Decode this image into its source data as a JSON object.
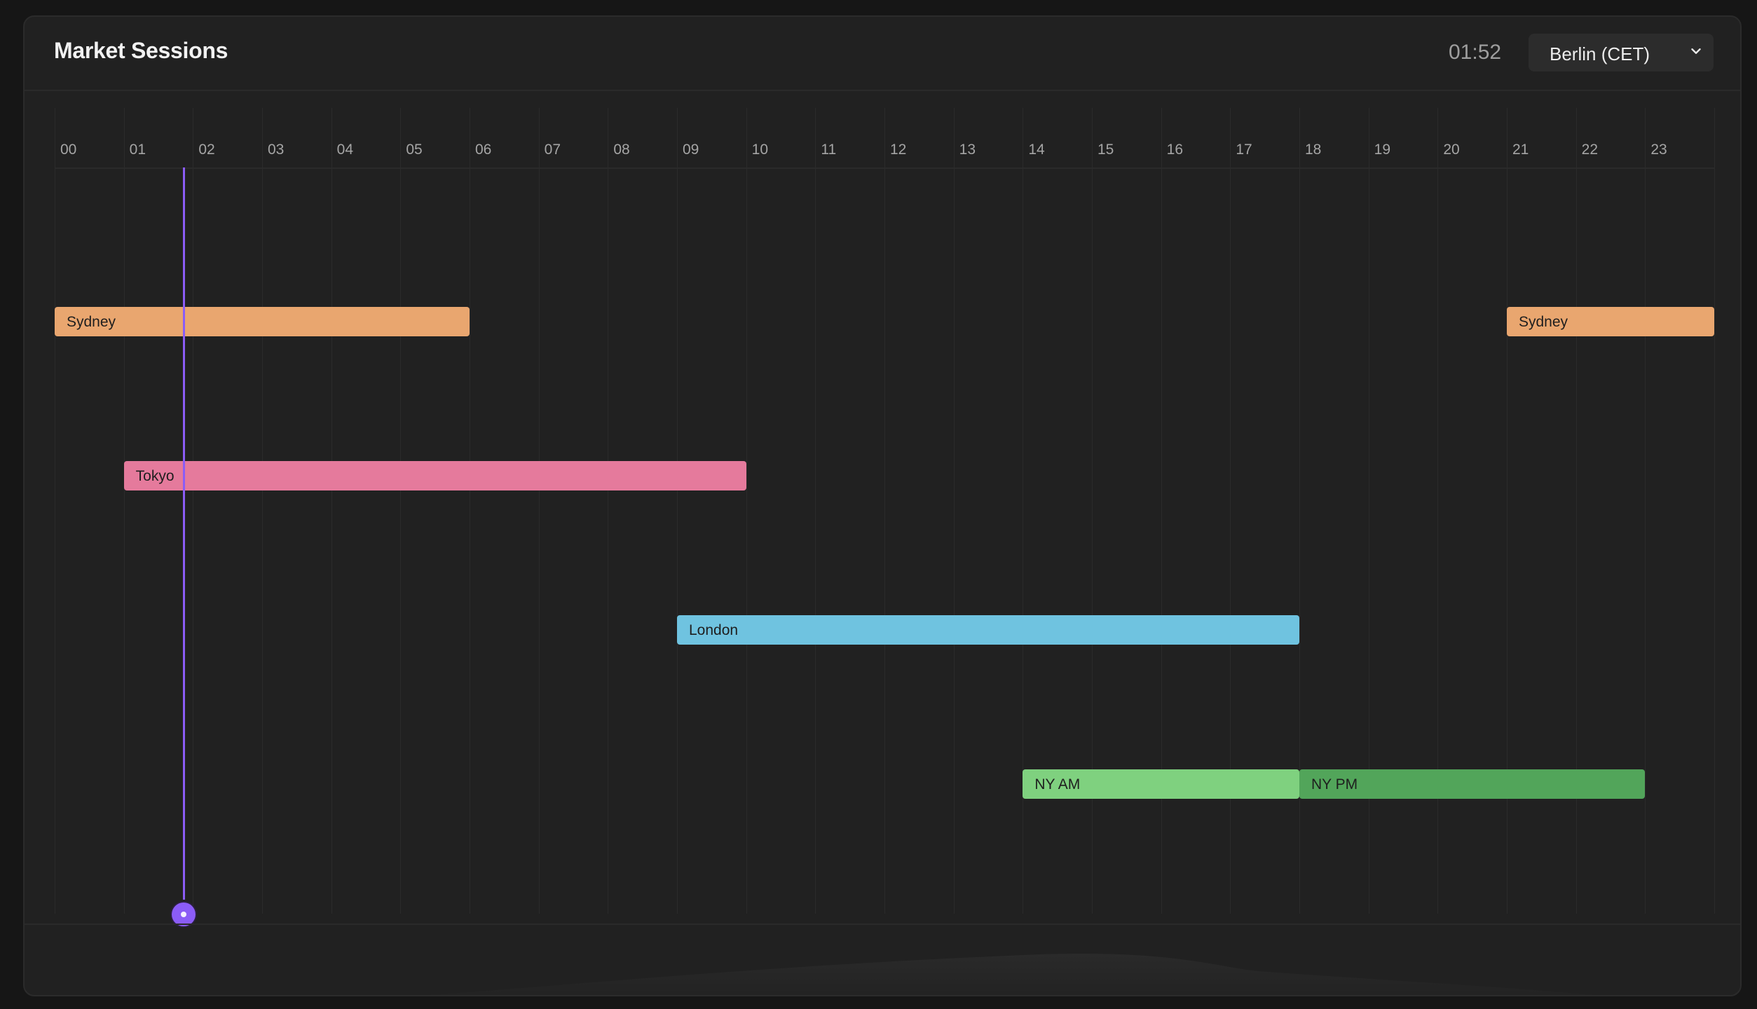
{
  "header": {
    "title": "Market Sessions",
    "clock": "01:52",
    "timezone": "Berlin (CET)"
  },
  "timeline": {
    "hours": [
      "00",
      "01",
      "02",
      "03",
      "04",
      "05",
      "06",
      "07",
      "08",
      "09",
      "10",
      "11",
      "12",
      "13",
      "14",
      "15",
      "16",
      "17",
      "18",
      "19",
      "20",
      "21",
      "22",
      "23"
    ],
    "current_time_hours": 1.8667,
    "now_color": "#8b5cf6"
  },
  "sessions": [
    {
      "name": "Sydney",
      "start": 0,
      "end": 6,
      "row": 0,
      "color": "#e9a66f"
    },
    {
      "name": "Sydney",
      "start": 21,
      "end": 24,
      "row": 0,
      "color": "#e9a66f"
    },
    {
      "name": "Tokyo",
      "start": 1,
      "end": 10,
      "row": 1,
      "color": "#e57a9c"
    },
    {
      "name": "London",
      "start": 9,
      "end": 18,
      "row": 2,
      "color": "#6fc3e0"
    },
    {
      "name": "NY AM",
      "start": 14,
      "end": 18,
      "row": 3,
      "color": "#7fd17f"
    },
    {
      "name": "NY PM",
      "start": 18,
      "end": 23,
      "row": 3,
      "color": "#52a55a"
    }
  ]
}
